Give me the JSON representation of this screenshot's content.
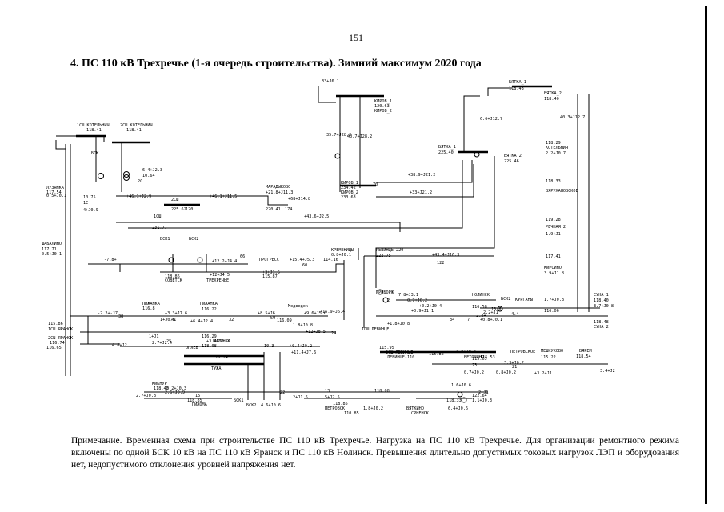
{
  "page_number": "151",
  "title": "4. ПС 110 кВ Трехречье (1-я очередь строительства). Зимний максимум 2020 года",
  "note": "Примечание. Временная схема при строительстве ПС 110 кВ Трехречье. Нагрузка на ПС 110 кВ Трехречье. Для организации ремонтного режима включены по одной БСК 10 кВ на ПС 110 кВ Яранск и ПС 110 кВ Нолинск. Превышения длительно допустимых токовых нагрузок ЛЭП и оборудования нет, недопустимого отклонения уровней напряжения нет.",
  "colors": {
    "ink": "#000000",
    "paper": "#ffffff"
  },
  "diagram_labels": [
    "1СШ КОТЕЛЬНИЧ",
    "118.41",
    "2СШ КОТЕЛЬНИЧ",
    "118.41",
    "БСК",
    "6.4+J2.3",
    "10.64",
    "2С",
    "10.75",
    "1С",
    "4+J0.9",
    "ЛУЗЯНКА",
    "117.54",
    "0.5+J0.1",
    "ШАБАЛИНО",
    "117.71",
    "0.5+J0.1",
    "+46.1+J2.9",
    "2СШ",
    "225.62",
    "120",
    "+46.1+J11.5",
    "МАРАДЫКОВО",
    "+21.8+J11.3",
    "220.41",
    "174",
    "+68+J14.8",
    "+43.6+J2.5",
    "1СШ",
    "231.77",
    "КИРОВ_1",
    "234.42",
    "КИРОВ_2",
    "233.63",
    "70",
    "+38.9+J21.2",
    "+33+J21.2",
    "КИРОВ_1",
    "120.63",
    "КИРОВ_2",
    "БЯТКА_1",
    "118.48",
    "БЯТКА_2",
    "118.40",
    "БЯТКА_1",
    "225.40",
    "БЯТКА_2",
    "225.46",
    "40.3+J12.7",
    "6.6+J12.7",
    "33+J6.1",
    "35.7+J28.2",
    "40.7+J28.2",
    "КОТЕЛЬНИЧ",
    "2.2+J0.7",
    "118.29",
    "118.33",
    "ВЯРУХАНОВСКОЕ",
    "119.28",
    "РЕЧНАЯ 2",
    "1.9+J1",
    "117.41",
    "КИРСИНО",
    "3.9+J1.8",
    "СУНА 1",
    "118.40",
    "3.7+J0.8",
    "СУНА 2",
    "118.48",
    "1.7+J0.8",
    "БСК1",
    "БСК2",
    "-7.8+",
    "+12.2+J4.4",
    "66",
    "ПРОГРЕСС",
    "+15.4+J5.3",
    "60",
    "+3+J1.5",
    "115.87",
    "118.86",
    "СОВЕТСК",
    "+12+J4.5",
    "ТРЕХРЕЧЬЕ",
    "КРЕМЕНИЦЫ",
    "0.8+J0.1",
    "114.16",
    "ЛЕВИНЦЕ-220",
    "222.75",
    "+43.4+J16.3",
    "122",
    "ПИЖАНКА",
    "116.8",
    "+3.3+J7.6",
    "41",
    "ПИЖАНКА",
    "116.22",
    "+8.5+J6",
    "Медведок",
    "+9.6+J5.6",
    "-2.2+-J7",
    "38",
    "1+J0.5",
    "+6.4+J2.4",
    "32",
    "116.09",
    "1.8+J0.8",
    "59",
    "+15.9+J6.4",
    "1СШ ЛЕВИНЦЕ",
    "115.86",
    "116.74",
    "1СШ ЯРАНСК",
    "2СШ ЯРАНСК",
    "116.74",
    "ТУЖА",
    "116.65",
    "1+J1",
    "2.7+J2.4",
    "25",
    "4.8+J2",
    "ОПЛЕВ",
    "116.29",
    "+3.4+J0.2",
    "118.08",
    "ШИРЯНКА",
    "7.8+J3.1",
    "+0.7+J0.2",
    "+0.2+J0.4",
    "+0.9+J1.1",
    "НОЛИНСК",
    "БСК2",
    "КУРГАНЫ",
    "116.58",
    "-2.4+",
    "7",
    "2.2+J1",
    "10.6",
    "+4.4",
    "116.06",
    "+0.8+J0.1",
    "+1.8+J0.8",
    "34",
    "ПРИБОРЖ",
    "2",
    "10.3",
    "+0.4+J0.2",
    "+11.4+J7.6",
    "+12+J8.5",
    "24",
    "115.95",
    "2СШ ЛЕВИНЦЕ",
    "ЛЕВИНЦЕ-110",
    "115.82",
    "4.8+J0.4",
    "БЕТОШИНО",
    "115.65",
    "23",
    "ПЕТРОВСКОЕ",
    "115.53",
    "3.3+J0.2",
    "МЕШКУКОВО",
    "115.22",
    "ВЯРЕМ",
    "118.54",
    "3.4+J2",
    "0.7+J0.2",
    "0.8+J0.2",
    "+3.2+J1",
    "21",
    "КИКНУР",
    "118.43",
    "0.2+J0.3",
    "2.6+J0.9",
    "2.7+J0.8",
    "15",
    "118.85",
    "ПИЖОМА",
    "БСК1",
    "БСК2",
    "4.6+J0.6",
    "22",
    "2+J1.6",
    "13",
    "5+J2.5",
    "118.85",
    "ПЕТРОВСК",
    "110.85",
    "1.8+J0.2",
    "118.08",
    "ВЯТКИНО",
    "СРНЕНСК",
    "1.6+J0.6",
    "122.64",
    "1.1+J0.3",
    "118.33",
    "6.4+J0.6",
    "2+J1"
  ]
}
